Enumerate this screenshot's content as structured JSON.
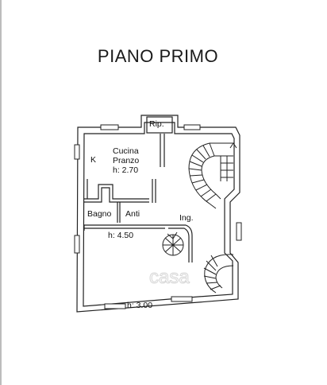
{
  "title": "PIANO PRIMO",
  "watermark": "casa",
  "rooms": {
    "rip": "Rip.",
    "cucina": "Cucina",
    "pranzo": "Pranzo",
    "kitchen_marker": "K",
    "height_upper": "h: 2.70",
    "bagno": "Bagno",
    "anti": "Anti",
    "ingresso": "Ing.",
    "height_middle": "h: 4.50",
    "height_lower": "h: 3.00"
  },
  "colors": {
    "line": "#222222",
    "fill": "#d8d8d8"
  }
}
